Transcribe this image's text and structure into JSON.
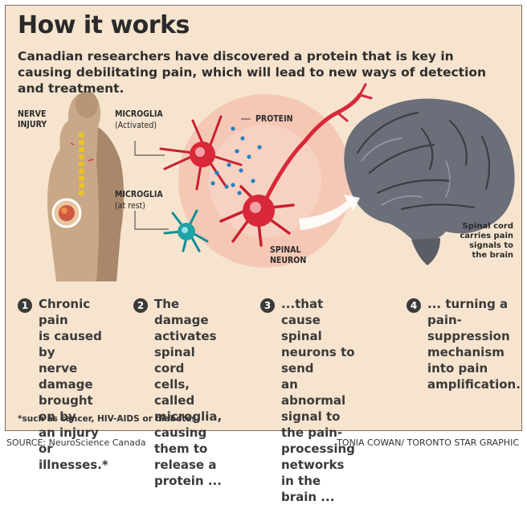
{
  "header": {
    "title": "How it works",
    "subtitle": "Canadian researchers have discovered a protein that is key in causing debilitating pain, which will lead to new ways of detection and treatment."
  },
  "illustration": {
    "nerve_injury_label": "NERVE\nINJURY",
    "microglia_activated_label": "MICROGLIA",
    "microglia_activated_sub": "(Activated)",
    "microglia_rest_label": "MICROGLIA",
    "microglia_rest_sub": "(at rest)",
    "protein_label": "PROTEIN",
    "spinal_neuron_label": "SPINAL\nNEURON",
    "brain_caption": "Spinal cord carries pain signals to the brain"
  },
  "steps": [
    {
      "number": "1",
      "text": "Chronic pain\nis caused by\nnerve damage\nbrought on by\nan injury or\nillnesses.*"
    },
    {
      "number": "2",
      "text": "The damage\nactivates spinal\ncord cells,\ncalled microglia,\ncausing them to\nrelease a\nprotein ..."
    },
    {
      "number": "3",
      "text": "...that cause spinal\nneurons to send\nan abnormal\nsignal to the pain-\nprocessing\nnetworks in the\nbrain ..."
    },
    {
      "number": "4",
      "text": "... turning a\npain-\nsuppression\nmechanism\ninto pain\namplification."
    }
  ],
  "footnote": "*such as cancer, HIV-AIDS or diabetes.",
  "source": "SOURCE: NeuroScience Canada",
  "credit": "TONIA COWAN/ TORONTO STAR GRAPHIC",
  "colors": {
    "background": "#f6e4cf",
    "neuron": "#d8283a",
    "microglia_rest": "#1ea3a8",
    "protein_dots": "#2a7fc0",
    "brain": "#6b6f7a"
  }
}
